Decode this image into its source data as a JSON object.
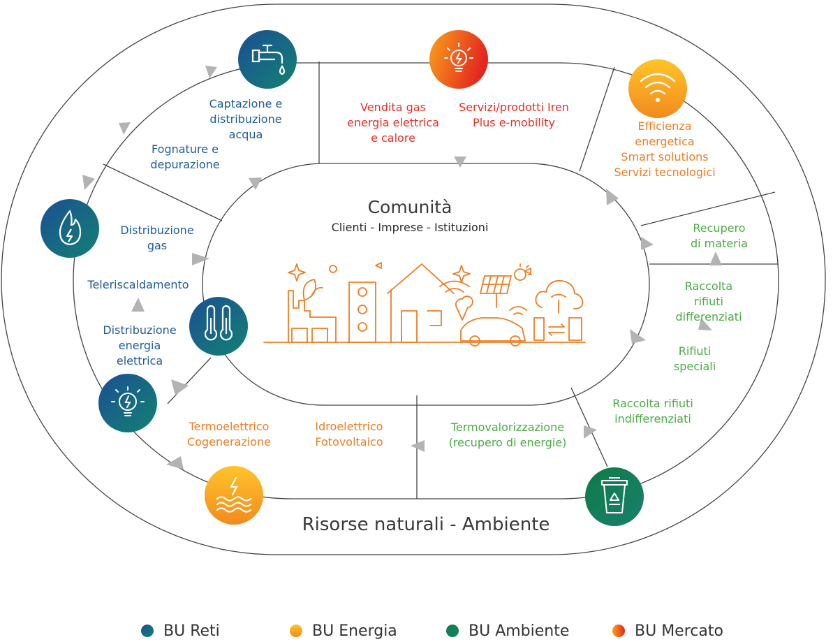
{
  "center": {
    "title": "Comunità",
    "subtitle": "Clienti - Imprese - Istituzioni"
  },
  "outer_label": "Risorse naturali - Ambiente",
  "colors": {
    "reti": "#1f5b9a",
    "energia": "#f6a11c",
    "ambiente": "#157a55",
    "mercato": "#ea3a24",
    "text_reti": "#1f5b9a",
    "text_mercato": "#e63027",
    "text_energia": "#ef7d22",
    "text_ambiente": "#4aab45"
  },
  "nodes": {
    "acqua": {
      "icon": "water-tap-icon"
    },
    "mercato": {
      "icon": "lightbulb-icon"
    },
    "wifi": {
      "icon": "wifi-icon"
    },
    "gas": {
      "icon": "flame-icon"
    },
    "teleriscaldamento": {
      "icon": "thermometer-icon"
    },
    "elettrica": {
      "icon": "lightbulb-icon"
    },
    "energia": {
      "icon": "water-energy-icon"
    },
    "ambiente": {
      "icon": "recycle-bin-icon"
    }
  },
  "labels": {
    "captazione": [
      "Captazione e",
      "distribuzione",
      "acqua"
    ],
    "fognature": [
      "Fognature e",
      "depurazione"
    ],
    "vendita": [
      "Vendita gas",
      "energia elettrica",
      "e calore"
    ],
    "servizi": [
      "Servizi/prodotti Iren",
      "Plus e-mobility"
    ],
    "efficienza": [
      "Efficienza",
      "energetica",
      "Smart solutions",
      "Servizi tecnologici"
    ],
    "distribuzione_gas": [
      "Distribuzione",
      "gas"
    ],
    "teleriscaldamento": [
      "Teleriscaldamento"
    ],
    "distribuzione_energia": [
      "Distribuzione",
      "energia",
      "elettrica"
    ],
    "recupero_materia": [
      "Recupero",
      "di materia"
    ],
    "raccolta_differenziati": [
      "Raccolta",
      "rifiuti",
      "differenziati"
    ],
    "rifiuti_speciali": [
      "Rifiuti",
      "speciali"
    ],
    "raccolta_indifferenziati": [
      "Raccolta rifiuti",
      "indifferenziati"
    ],
    "termovalorizzazione": [
      "Termovalorizzazione",
      "(recupero di energie)"
    ],
    "termoelettrico": [
      "Termoelettrico",
      "Cogenerazione"
    ],
    "idroelettrico": [
      "Idroelettrico",
      "Fotovoltaico"
    ]
  },
  "legend": [
    {
      "label": "BU Reti",
      "color": "#1f5b9a"
    },
    {
      "label": "BU Energia",
      "color": "#f6a11c"
    },
    {
      "label": "BU Ambiente",
      "color": "#157a55"
    },
    {
      "label": "BU Mercato",
      "color": "#ea3a24"
    }
  ]
}
